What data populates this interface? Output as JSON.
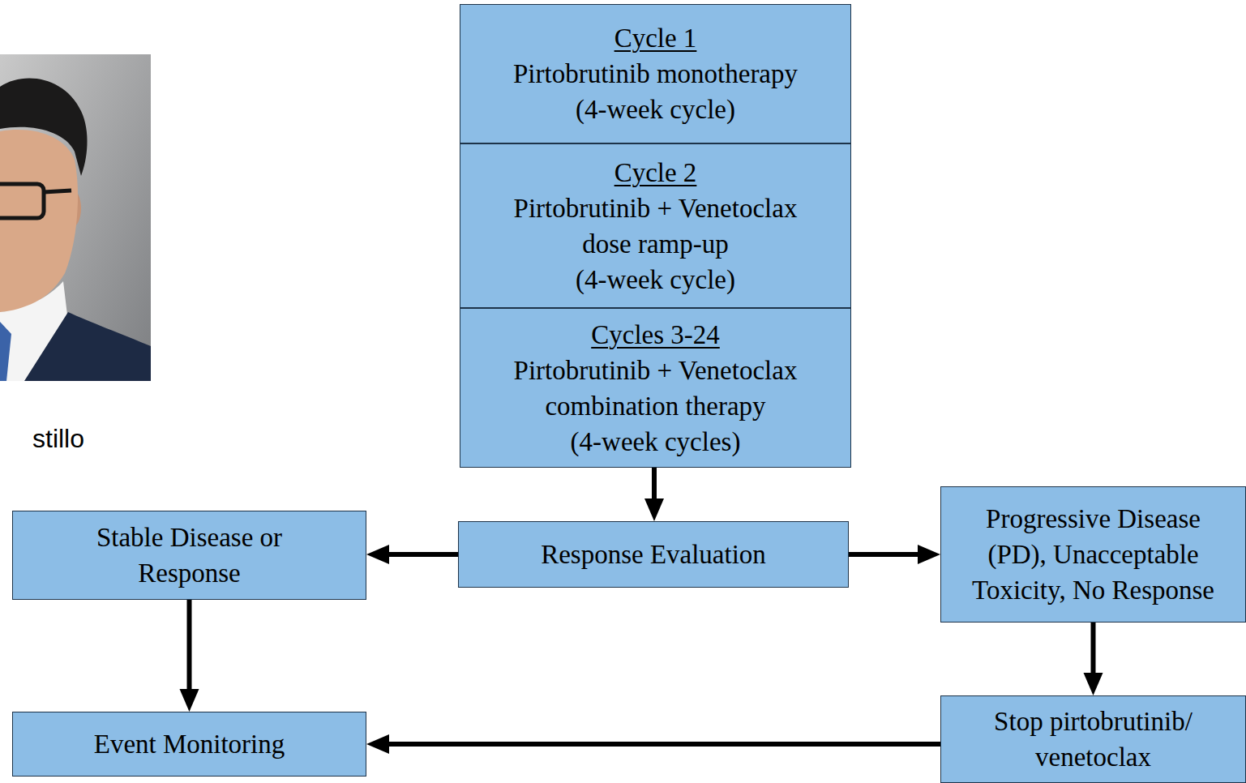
{
  "diagram": {
    "nodes": [
      {
        "text": [
          "Cycle 1",
          "Pirtobrutinib monotherapy (4-week cycle)"
        ]
      },
      {
        "text": [
          "Cycle 2",
          "Pirtobrutinib + Venetoclax dose ramp-up (4-week cycle)"
        ]
      },
      {
        "text": [
          "Cycles 3-24",
          "Pirtobrutinib + Venetoclax combination therapy (4-week cycles)"
        ]
      },
      {
        "text": [
          "Response Evaluation"
        ]
      },
      {
        "text": [
          "Stable Disease or Response"
        ]
      },
      {
        "text": [
          "Progressive Disease (PD), Unacceptable Toxicity, No Response"
        ]
      },
      {
        "text": [
          "Event Monitoring"
        ]
      },
      {
        "text": [
          "Stop pirtobrutinib/ venetoclax"
        ]
      }
    ],
    "edges": [
      {
        "from": 2,
        "to": 3,
        "arrow": "to"
      },
      {
        "from": 3,
        "to": 4,
        "arrow": "to"
      },
      {
        "from": 3,
        "to": 5,
        "arrow": "to"
      },
      {
        "from": 4,
        "to": 6,
        "arrow": "to"
      },
      {
        "from": 5,
        "to": 7,
        "arrow": "to"
      },
      {
        "from": 7,
        "to": 6,
        "arrow": "to"
      }
    ],
    "labels": [
      "stillo"
    ]
  }
}
